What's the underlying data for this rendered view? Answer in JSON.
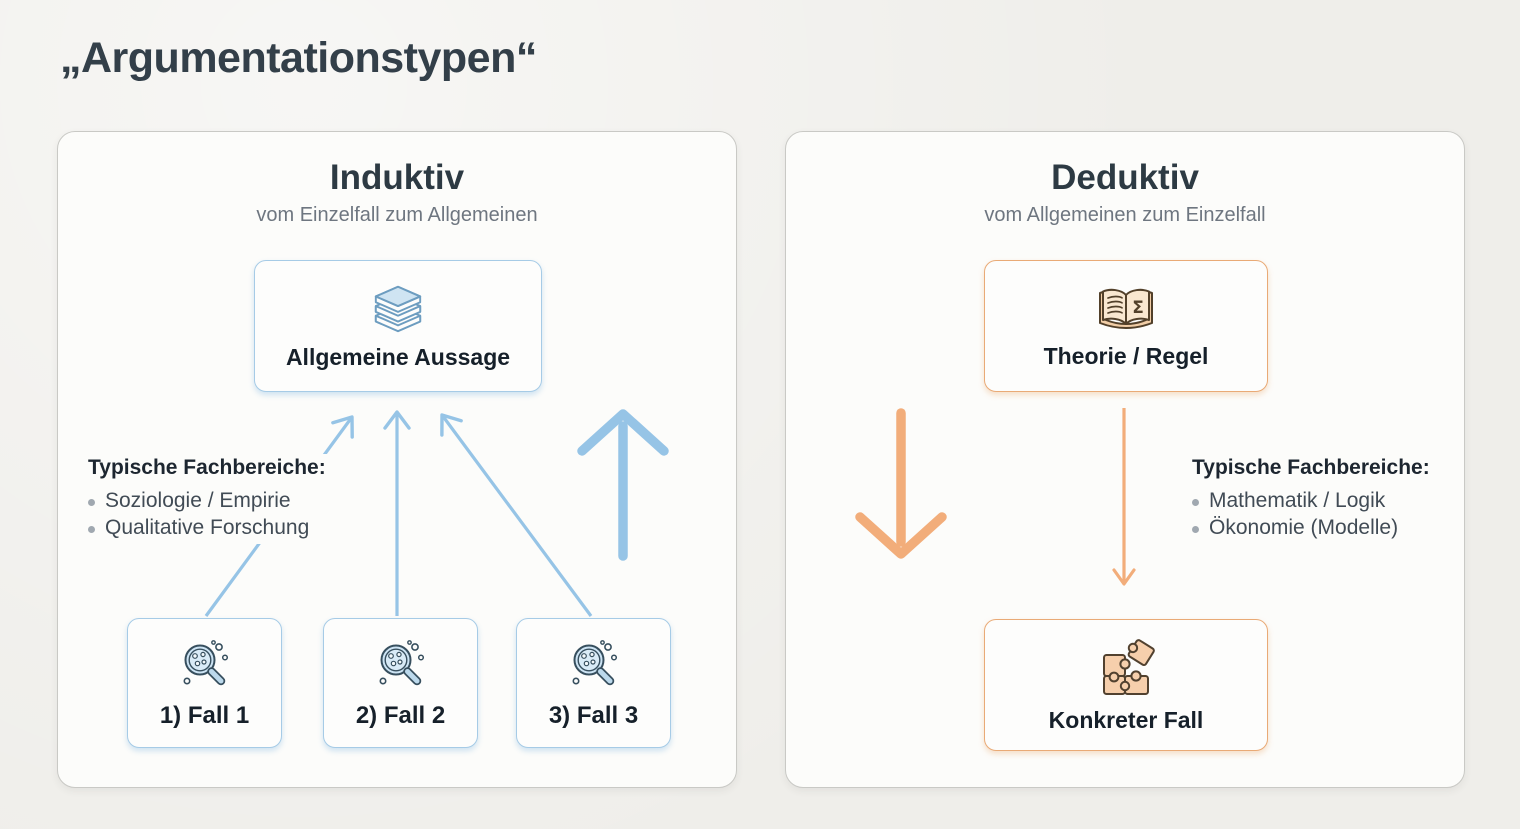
{
  "page": {
    "title": "„Argumentationstypen“"
  },
  "panels": {
    "inductive": {
      "title": "Induktiv",
      "subtitle": "vom Einzelfall zum Allgemeinen",
      "accent_color": "#96c4e6",
      "border_color": "#a6cbe6",
      "top_box": {
        "label": "Allgemeine Aussage",
        "icon": "books-stack-icon"
      },
      "fields": {
        "heading": "Typische Fachbereiche:",
        "items": [
          "Soziologie / Empirie",
          "Qualitative Forschung"
        ]
      },
      "cases": [
        {
          "label": "1) Fall 1",
          "icon": "magnifier-specimen-icon"
        },
        {
          "label": "2) Fall 2",
          "icon": "magnifier-specimen-icon"
        },
        {
          "label": "3) Fall 3",
          "icon": "magnifier-specimen-icon"
        }
      ],
      "flow_direction": "up"
    },
    "deductive": {
      "title": "Deduktiv",
      "subtitle": "vom Allgemeinen zum Einzelfall",
      "accent_color": "#f2ad7a",
      "border_color": "#e9aa76",
      "top_box": {
        "label": "Theorie / Regel",
        "icon": "open-book-sigma-icon"
      },
      "fields": {
        "heading": "Typische Fachbereiche:",
        "items": [
          "Mathematik / Logik",
          "Ökonomie (Modelle)"
        ]
      },
      "bottom_box": {
        "label": "Konkreter Fall",
        "icon": "puzzle-icon"
      },
      "flow_direction": "down"
    }
  }
}
